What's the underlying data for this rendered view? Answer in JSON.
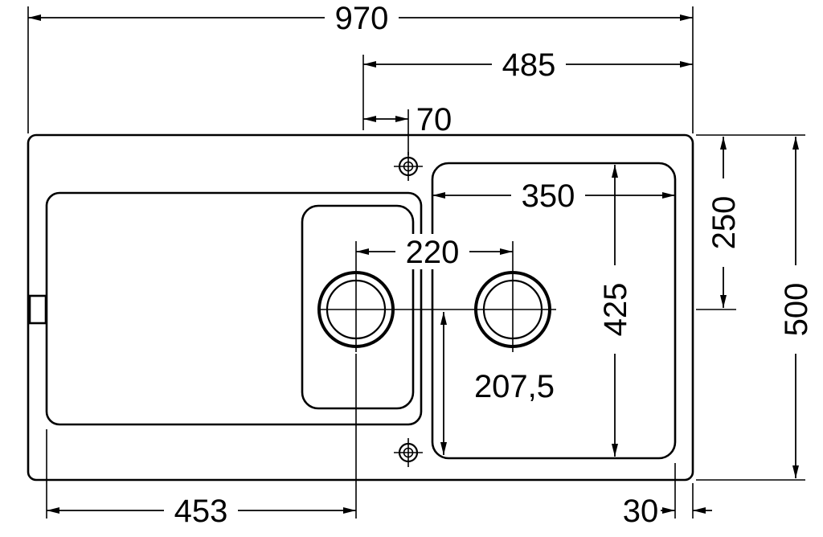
{
  "drawing": {
    "subject": "kitchen-sink-top-view-technical-drawing",
    "colors": {
      "line": "#000000",
      "background": "#ffffff"
    }
  },
  "dimensions": {
    "overall_width": "970",
    "center_to_right_edge": "485",
    "tap_hole_offset": "70",
    "main_bowl_inner_width": "350",
    "top_edge_to_centerline": "250",
    "overall_depth": "500",
    "drain_center_spacing": "220",
    "main_bowl_inner_length": "425",
    "centerline_to_bowl_bottom": "207,5",
    "left_edge_to_small_drain": "453",
    "bowl_to_right_edge": "30"
  }
}
